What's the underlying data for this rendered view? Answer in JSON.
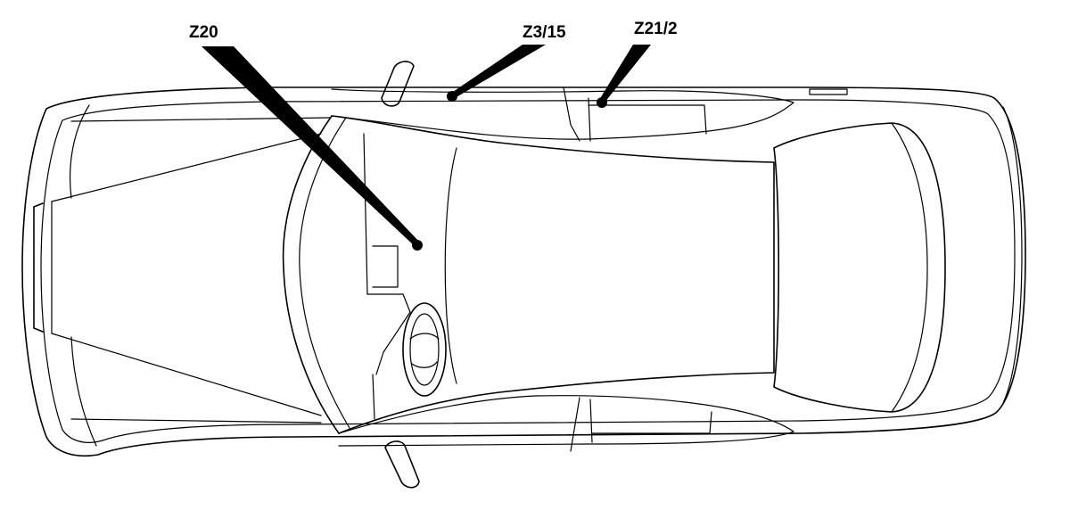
{
  "callouts": [
    {
      "id": "z20",
      "label": "Z20"
    },
    {
      "id": "z3_15",
      "label": "Z3/15"
    },
    {
      "id": "z21_2",
      "label": "Z21/2"
    }
  ],
  "colors": {
    "line": "#000000",
    "background": "#ffffff"
  }
}
